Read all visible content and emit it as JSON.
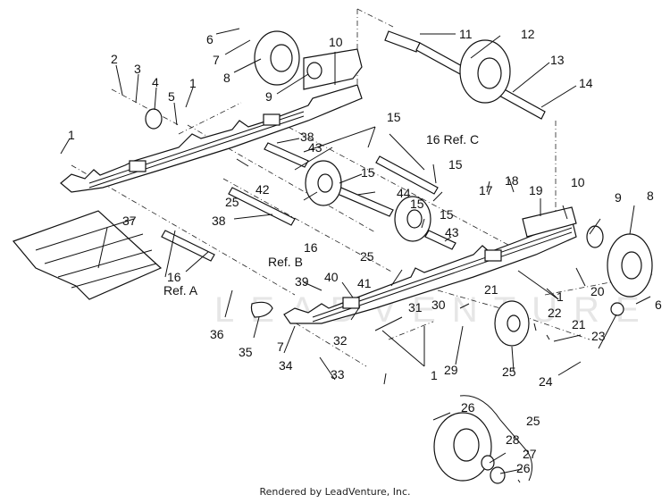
{
  "diagram": {
    "title": "Rear suspension rails and idler wheels exploded view",
    "watermark": "LEADVENTURE",
    "credit": "Rendered by LeadVenture, Inc.",
    "callouts": [
      {
        "id": "c1a",
        "text": "1"
      },
      {
        "id": "c1b",
        "text": "1"
      },
      {
        "id": "c1c",
        "text": "1"
      },
      {
        "id": "c1d",
        "text": "1"
      },
      {
        "id": "c2",
        "text": "2"
      },
      {
        "id": "c3",
        "text": "3"
      },
      {
        "id": "c4",
        "text": "4"
      },
      {
        "id": "c5",
        "text": "5"
      },
      {
        "id": "c6a",
        "text": "6"
      },
      {
        "id": "c6b",
        "text": "6"
      },
      {
        "id": "c7a",
        "text": "7"
      },
      {
        "id": "c7b",
        "text": "7"
      },
      {
        "id": "c8a",
        "text": "8"
      },
      {
        "id": "c8b",
        "text": "8"
      },
      {
        "id": "c9a",
        "text": "9"
      },
      {
        "id": "c9b",
        "text": "9"
      },
      {
        "id": "c10a",
        "text": "10"
      },
      {
        "id": "c10b",
        "text": "10"
      },
      {
        "id": "c11",
        "text": "11"
      },
      {
        "id": "c12",
        "text": "12"
      },
      {
        "id": "c13",
        "text": "13"
      },
      {
        "id": "c14",
        "text": "14"
      },
      {
        "id": "c15a",
        "text": "15"
      },
      {
        "id": "c15b",
        "text": "15"
      },
      {
        "id": "c15c",
        "text": "15"
      },
      {
        "id": "c15d",
        "text": "15"
      },
      {
        "id": "c15e",
        "text": "15"
      },
      {
        "id": "c16c",
        "text": "16 Ref. C"
      },
      {
        "id": "c16b1",
        "text": "16"
      },
      {
        "id": "c16b2",
        "text": "Ref. B"
      },
      {
        "id": "c16a1",
        "text": "16"
      },
      {
        "id": "c16a2",
        "text": "Ref. A"
      },
      {
        "id": "c17",
        "text": "17"
      },
      {
        "id": "c18",
        "text": "18"
      },
      {
        "id": "c19",
        "text": "19"
      },
      {
        "id": "c20",
        "text": "20"
      },
      {
        "id": "c21a",
        "text": "21"
      },
      {
        "id": "c21b",
        "text": "21"
      },
      {
        "id": "c22",
        "text": "22"
      },
      {
        "id": "c23",
        "text": "23"
      },
      {
        "id": "c24",
        "text": "24"
      },
      {
        "id": "c25a",
        "text": "25"
      },
      {
        "id": "c25b",
        "text": "25"
      },
      {
        "id": "c25c",
        "text": "25"
      },
      {
        "id": "c25d",
        "text": "25"
      },
      {
        "id": "c26a",
        "text": "26"
      },
      {
        "id": "c26b",
        "text": "26"
      },
      {
        "id": "c27",
        "text": "27"
      },
      {
        "id": "c28",
        "text": "28"
      },
      {
        "id": "c29",
        "text": "29"
      },
      {
        "id": "c30",
        "text": "30"
      },
      {
        "id": "c31",
        "text": "31"
      },
      {
        "id": "c32",
        "text": "32"
      },
      {
        "id": "c33",
        "text": "33"
      },
      {
        "id": "c34",
        "text": "34"
      },
      {
        "id": "c35",
        "text": "35"
      },
      {
        "id": "c36",
        "text": "36"
      },
      {
        "id": "c37",
        "text": "37"
      },
      {
        "id": "c38a",
        "text": "38"
      },
      {
        "id": "c38b",
        "text": "38"
      },
      {
        "id": "c39",
        "text": "39"
      },
      {
        "id": "c40",
        "text": "40"
      },
      {
        "id": "c41",
        "text": "41"
      },
      {
        "id": "c42",
        "text": "42"
      },
      {
        "id": "c43a",
        "text": "43"
      },
      {
        "id": "c43b",
        "text": "43"
      },
      {
        "id": "c44",
        "text": "44"
      }
    ]
  }
}
